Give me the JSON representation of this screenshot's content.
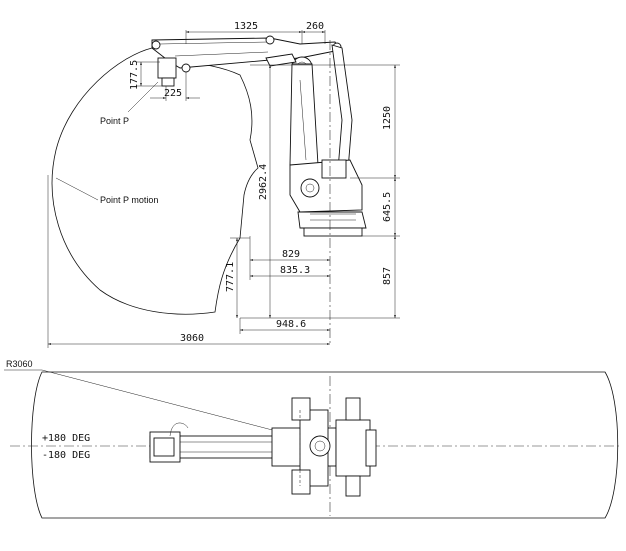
{
  "side_view": {
    "dimensions": {
      "d1325": "1325",
      "d260": "260",
      "d177_5": "177.5",
      "d225": "225",
      "d1250": "1250",
      "d2962_4": "2962.4",
      "d645_5": "645.5",
      "d829": "829",
      "d835_3": "835.3",
      "d857": "857",
      "d777_1": "777.1",
      "d948_6": "948.6",
      "d3060": "3060"
    },
    "labels": {
      "point_p": "Point P",
      "point_p_motion": "Point P motion"
    }
  },
  "top_view": {
    "radius_label": "R3060",
    "plus_label": "+180 DEG",
    "minus_label": "-180 DEG"
  }
}
